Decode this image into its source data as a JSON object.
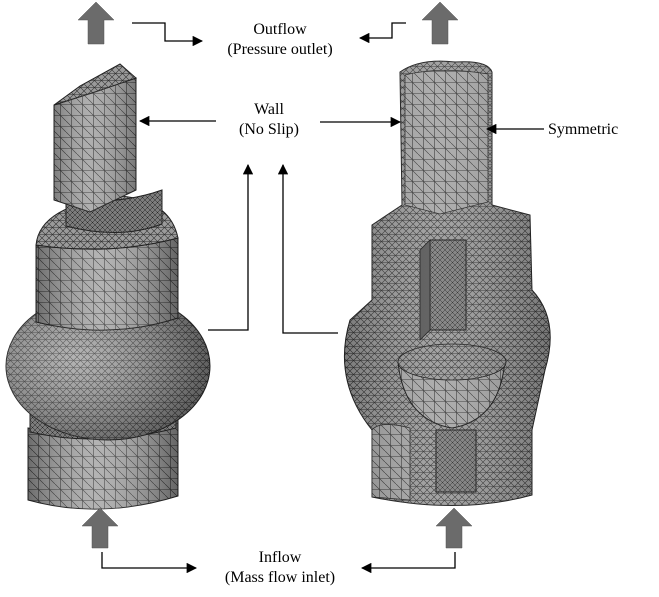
{
  "labels": {
    "outflow": "Outflow",
    "outflow_sub": "(Pressure outlet)",
    "wall": "Wall",
    "wall_sub": "(No Slip)",
    "symmetric": "Symmetric",
    "inflow": "Inflow",
    "inflow_sub": "(Mass flow inlet)"
  },
  "colors": {
    "arrow_fill": "#6b6b6b",
    "mesh_dark": "#3c3c3c",
    "mesh_mid": "#8a8a8a",
    "mesh_light": "#b8b8b8",
    "line": "#000000"
  }
}
